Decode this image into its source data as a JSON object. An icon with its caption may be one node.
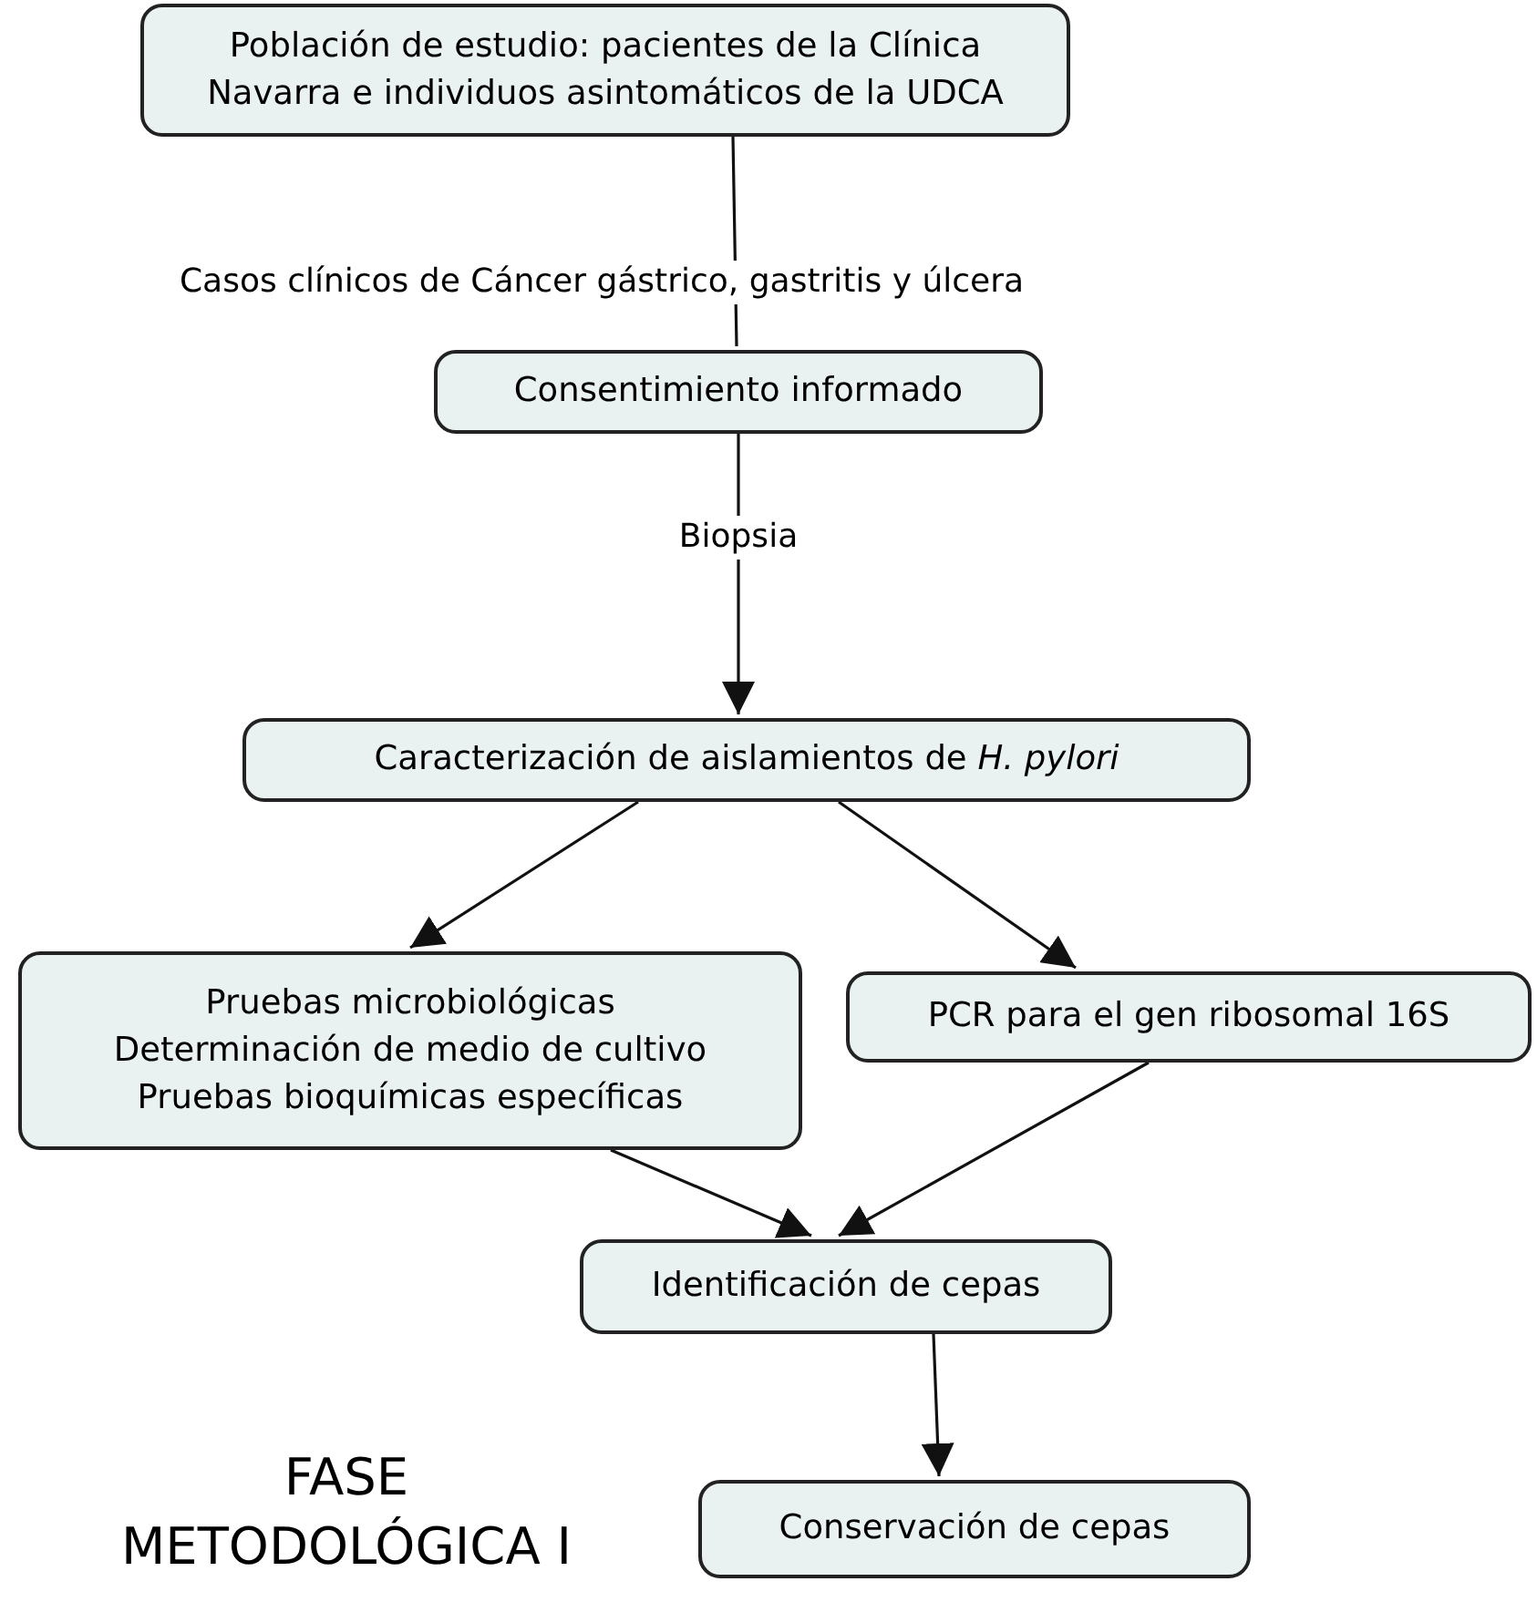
{
  "diagram": {
    "nodes": [
      {
        "text": [
          "Población de estudio: pacientes de la Clínica Navarra e individuos asintomáticos de la UDCA"
        ]
      },
      {
        "text": [
          "Consentimiento informado"
        ]
      },
      {
        "text": [
          "Caracterización de aislamientos de *H. pylori*"
        ]
      },
      {
        "text": [
          "Pruebas microbiológicas",
          "Determinación de medio de cultivo",
          "Pruebas bioquímicas específicas"
        ]
      },
      {
        "text": [
          "PCR para el gen ribosomal 16S"
        ]
      },
      {
        "text": [
          "Identificación de cepas"
        ]
      },
      {
        "text": [
          "Conservación de cepas"
        ]
      }
    ],
    "edges": [
      {
        "from": 0,
        "to": 1,
        "arrow": "none",
        "label": "Casos clínicos de Cáncer gástrico, gastritis y úlcera"
      },
      {
        "from": 1,
        "to": 2,
        "arrow": "to",
        "label": "Biopsia"
      },
      {
        "from": 2,
        "to": 3,
        "arrow": "to"
      },
      {
        "from": 2,
        "to": 4,
        "arrow": "to"
      },
      {
        "from": 3,
        "to": 5,
        "arrow": "to"
      },
      {
        "from": 4,
        "to": 5,
        "arrow": "to"
      },
      {
        "from": 5,
        "to": 6,
        "arrow": "to"
      }
    ],
    "labels": [
      "FASE METODOLÓGICA I"
    ]
  }
}
